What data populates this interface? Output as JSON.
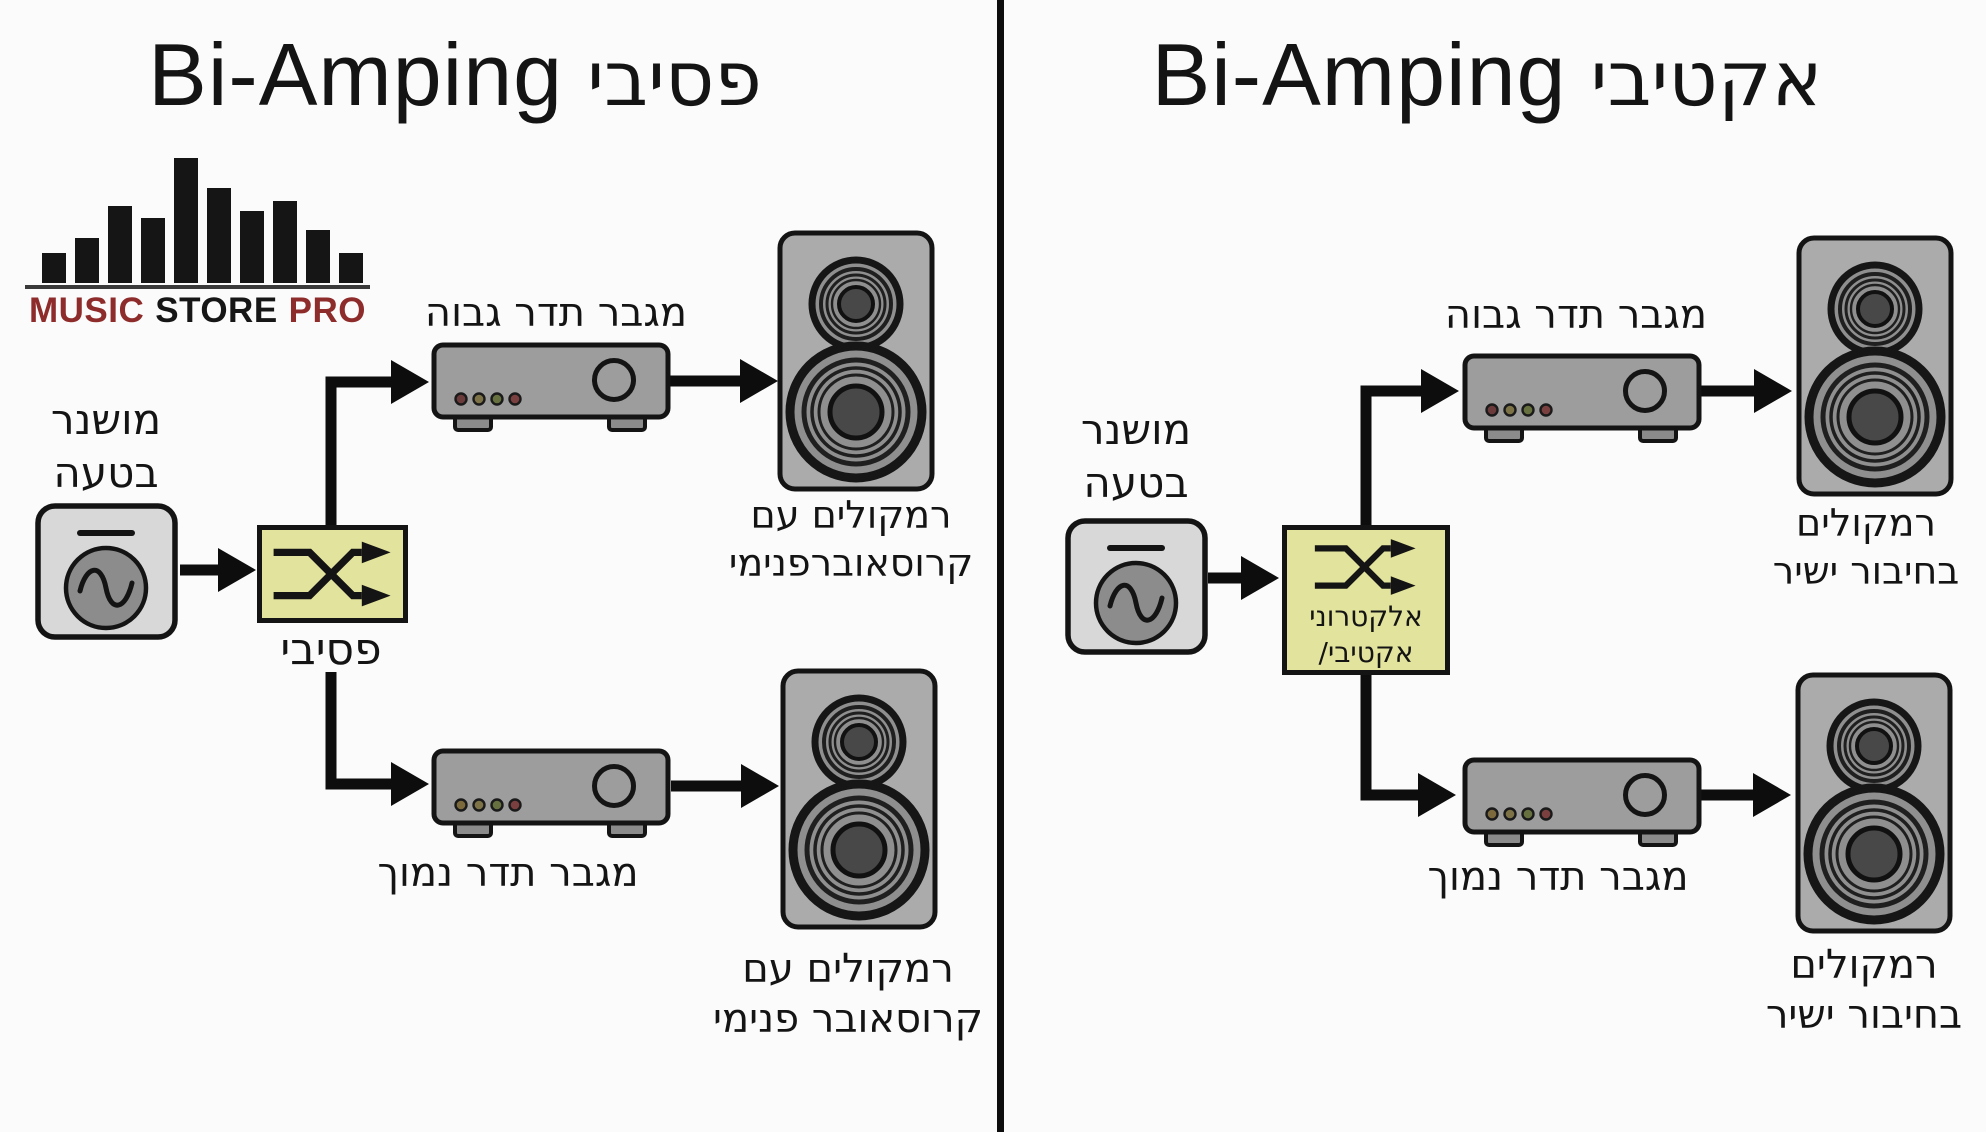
{
  "colors": {
    "bg": "#fbfbfb",
    "line": "#0d0d0d",
    "box_border": "#141414",
    "amp_fill": "#9d9d9d",
    "speaker_fill": "#ababab",
    "source_fill": "#d8d8d8",
    "source_circle": "#8c8c8c",
    "crossover_fill": "#e2e39c",
    "logo_red": "#8e2b2b",
    "logo_black": "#161616"
  },
  "logo": {
    "bars": [
      30,
      45,
      77,
      65,
      125,
      95,
      72,
      82,
      53,
      30
    ],
    "word1": "MUSIC",
    "word2": "STORE",
    "word3": "PRO"
  },
  "left": {
    "title_latin": "Bi-Amping",
    "title_hebrew": "פסיבי",
    "source_line1": "מושנר",
    "source_line2": "בטעה",
    "crossover_label": "פסיבי",
    "amp_high_label": "מגבר תדר גבוה",
    "amp_low_label": "מגבר תדר נמוך",
    "speaker_top_line1": "רמקולים עם",
    "speaker_top_line2": "קרוסאוברפנימי",
    "speaker_bottom_line1": "רמקולים עם",
    "speaker_bottom_line2": "קרוסאובר פנימי"
  },
  "right": {
    "title_latin": "Bi-Amping",
    "title_hebrew": "אקטיבי",
    "source_line1": "מושנר",
    "source_line2": "בטעה",
    "crossover_line1": "אלקטרוני",
    "crossover_line2": "/אקטיבי",
    "amp_high_label": "מגבר תדר גבוה",
    "amp_low_label": "מגבר תדר נמוך",
    "speaker_top_line1": "רמקולים",
    "speaker_top_line2": "בחיבור ישיר",
    "speaker_bottom_line1": "רמקולים",
    "speaker_bottom_line2": "בחיבור ישיר"
  }
}
